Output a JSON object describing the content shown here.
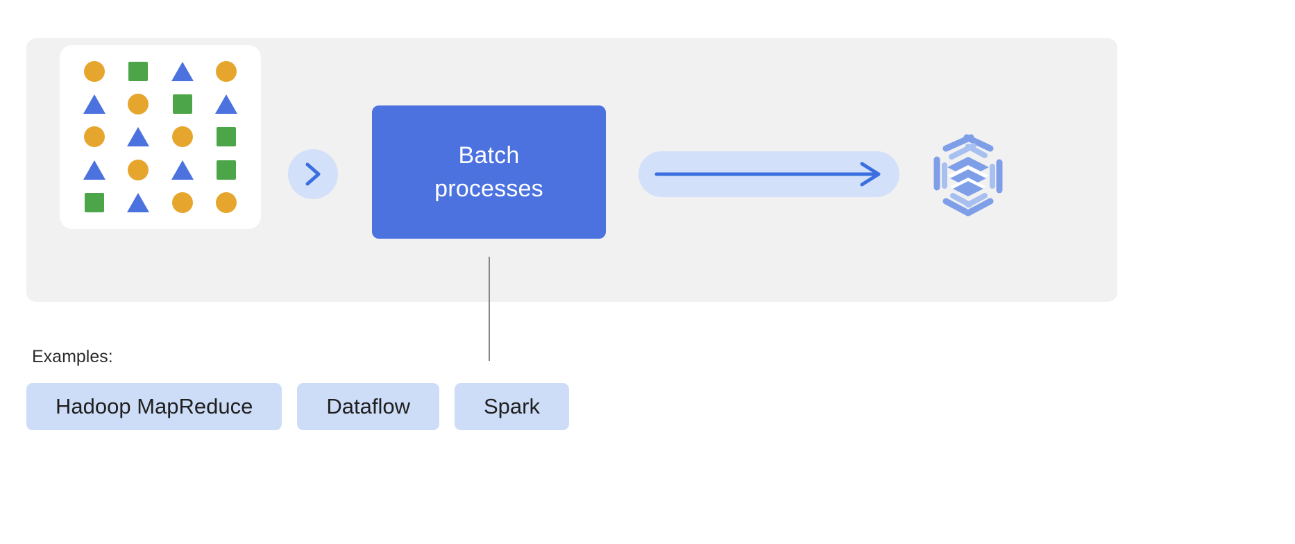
{
  "diagram": {
    "type": "batch-processing-pipeline",
    "panel_background": "#F1F1F1",
    "accent_blue": "#4C72DF",
    "light_blue": "#D3E0F9",
    "chip_blue": "#CEDDF7",
    "shape_colors": {
      "circle": "#E6A62E",
      "square": "#4CA548",
      "triangle": "#4C72DF"
    },
    "source": {
      "name": "data-grid",
      "description": "Unstructured data shapes grid",
      "rows": 5,
      "columns": 4,
      "shapes": [
        [
          "circle",
          "square",
          "triangle",
          "circle"
        ],
        [
          "triangle",
          "circle",
          "square",
          "triangle"
        ],
        [
          "circle",
          "triangle",
          "circle",
          "square"
        ],
        [
          "triangle",
          "circle",
          "triangle",
          "square"
        ],
        [
          "square",
          "triangle",
          "circle",
          "circle"
        ]
      ]
    },
    "connector_icon": "chevron-right-icon",
    "process": {
      "label": "Batch processes",
      "line1": "Batch",
      "line2": "processes"
    },
    "flow_icon": "arrow-right-icon",
    "destination_icon": "data-warehouse-hex-icon"
  },
  "examples": {
    "label": "Examples:",
    "items": [
      {
        "label": "Hadoop MapReduce"
      },
      {
        "label": "Dataflow"
      },
      {
        "label": "Spark"
      }
    ]
  }
}
